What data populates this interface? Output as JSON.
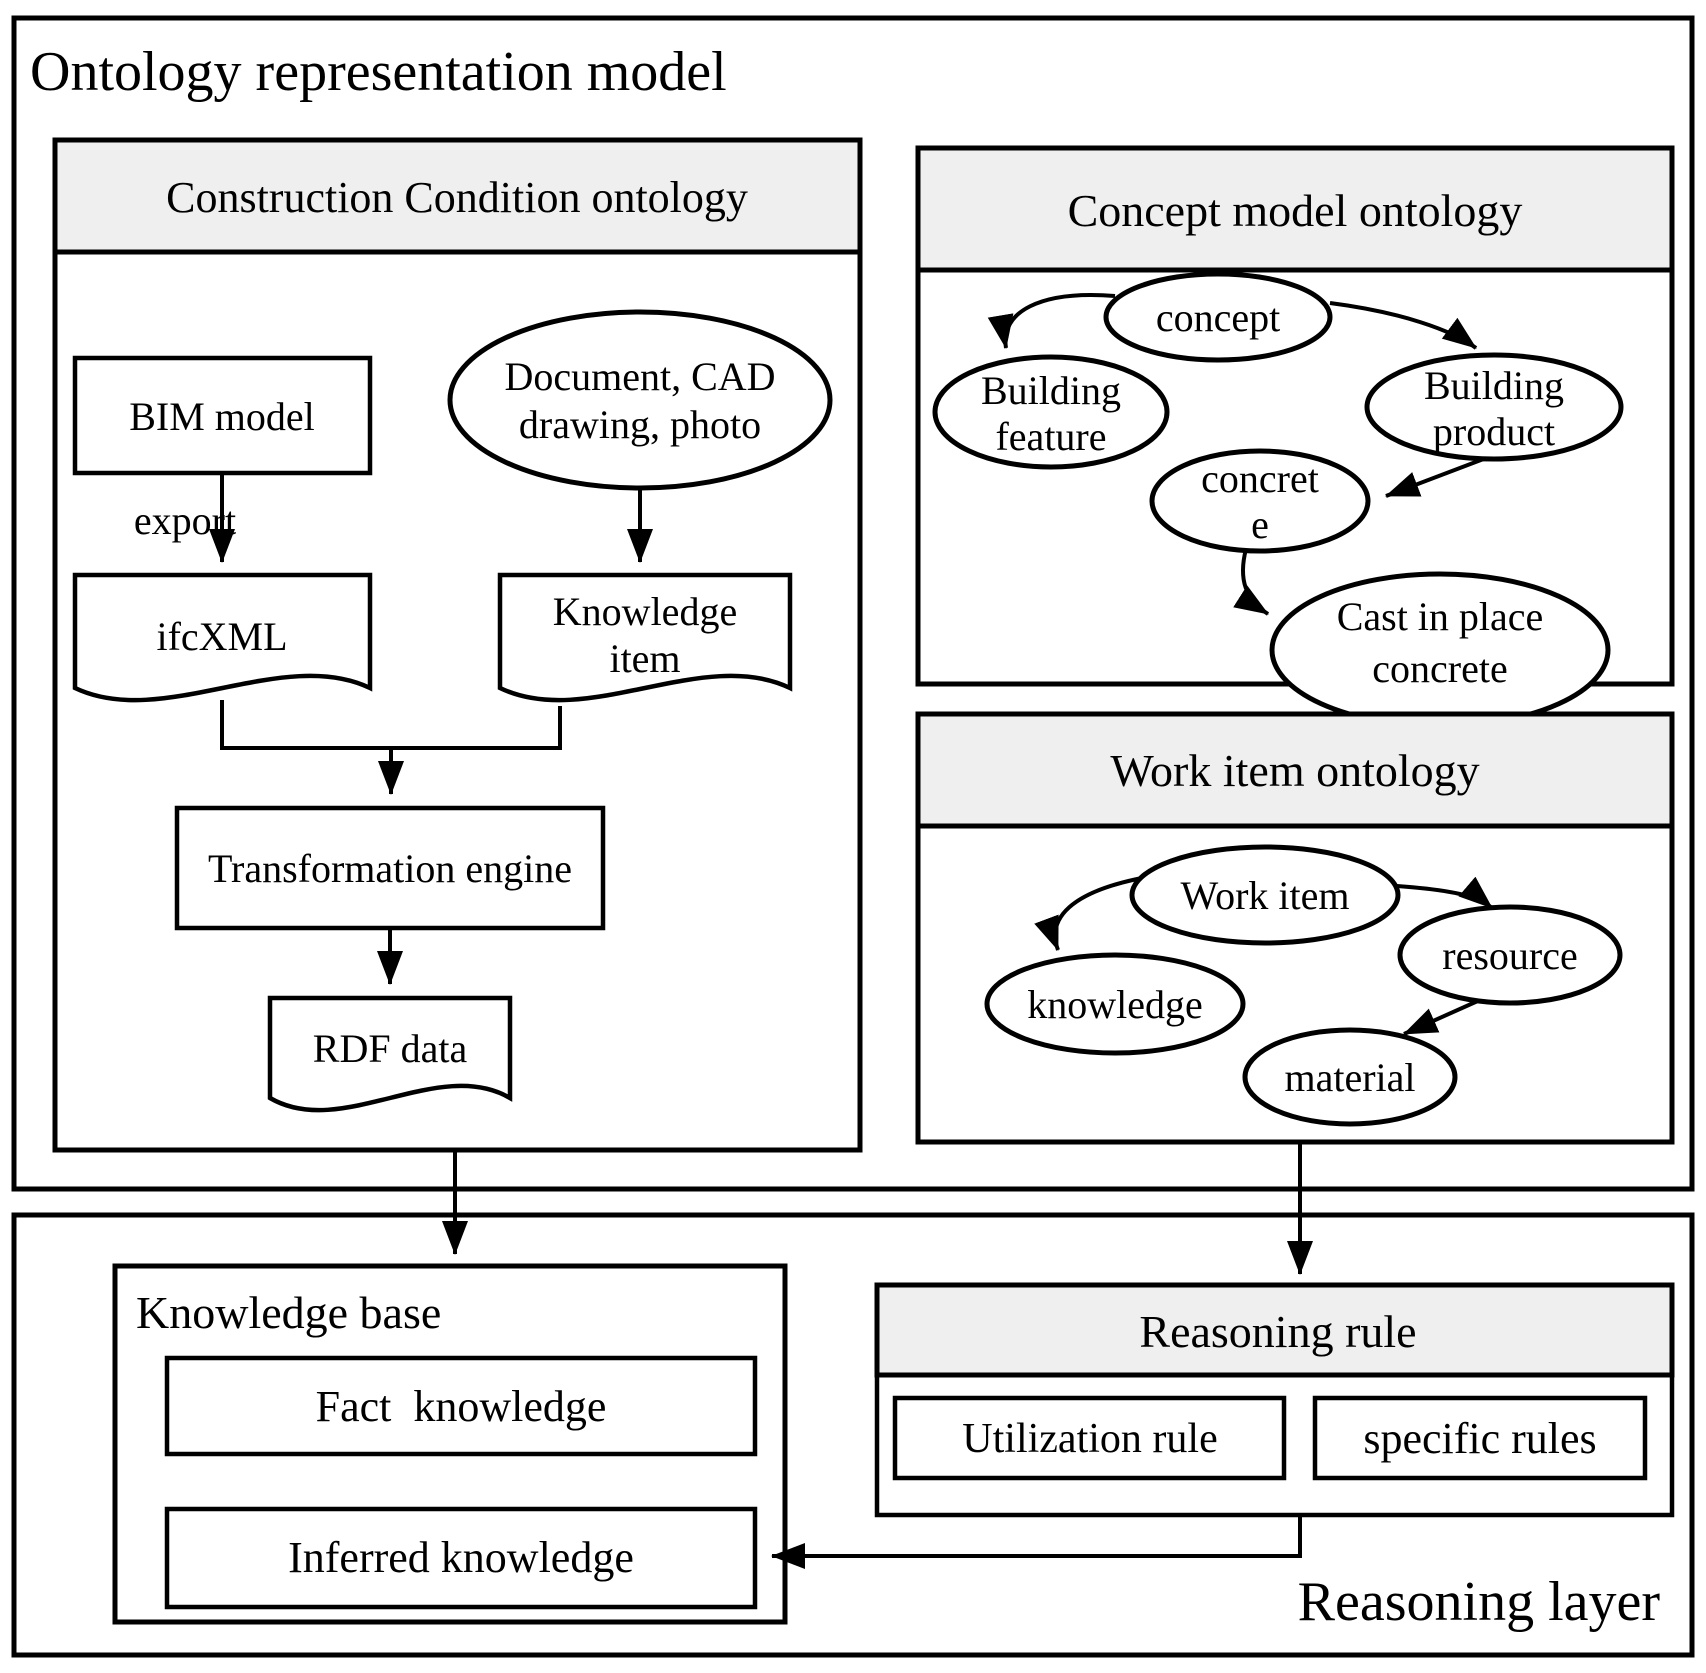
{
  "title": "Ontology representation model",
  "reasoning_layer_label": "Reasoning layer",
  "colors": {
    "line": "#000000",
    "header_fill": "#efefef",
    "background": "#ffffff"
  },
  "construction": {
    "header": "Construction Condition ontology",
    "bim": "BIM model",
    "export_label": "export",
    "ifcxml": "ifcXML",
    "doc_cad": {
      "line1": "Document, CAD",
      "line2": "drawing, photo"
    },
    "knowledge_item": {
      "line1": "Knowledge",
      "line2": "item"
    },
    "transformation_engine": "Transformation engine",
    "rdf": "RDF data"
  },
  "concept_model": {
    "header": "Concept model ontology",
    "concept": "concept",
    "building_feature": {
      "line1": "Building",
      "line2": "feature"
    },
    "building_product": {
      "line1": "Building",
      "line2": "product"
    },
    "concrete": {
      "line1": "concret",
      "line2": "e"
    },
    "cast_in_place": {
      "line1": "Cast in place",
      "line2": "concrete"
    }
  },
  "work_item": {
    "header": "Work item ontology",
    "work_item": "Work item",
    "knowledge": "knowledge",
    "resource": "resource",
    "material": "material"
  },
  "knowledge_base": {
    "title": "Knowledge base",
    "fact": "Fact  knowledge",
    "inferred": "Inferred knowledge"
  },
  "reasoning_rule": {
    "header": "Reasoning rule",
    "utilization": "Utilization rule",
    "specific": "specific rules"
  }
}
